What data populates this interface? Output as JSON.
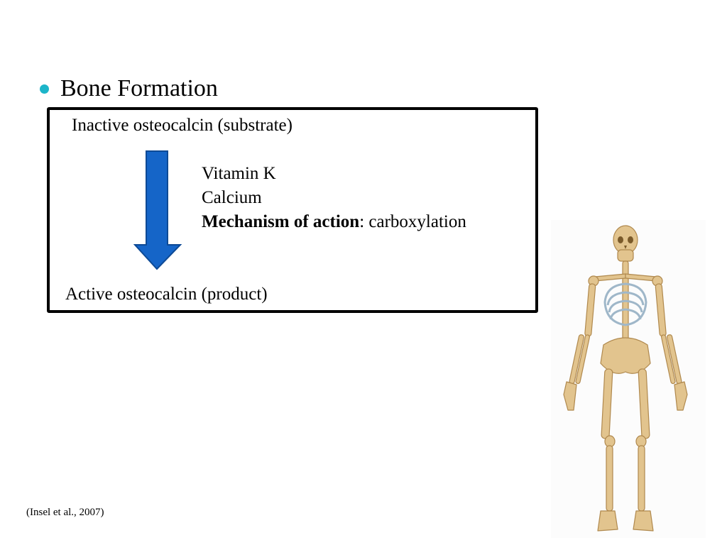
{
  "slide": {
    "bullet": "Bone Formation",
    "box": {
      "substrate": "Inactive osteocalcin (substrate)",
      "cofactor_1": "Vitamin K",
      "cofactor_2": "Calcium",
      "mechanism_label": "Mechanism of action",
      "mechanism_value": ": carboxylation",
      "product": "Active osteocalcin (product)"
    },
    "citation": "(Insel et al., 2007)"
  },
  "colors": {
    "bullet": "#1cb5c9",
    "arrow_fill": "#1565c8",
    "arrow_stroke": "#0d4a96",
    "bone": "#e2c48e"
  },
  "icons": {
    "arrow": "down-arrow-icon",
    "illustration": "skeleton-illustration"
  }
}
